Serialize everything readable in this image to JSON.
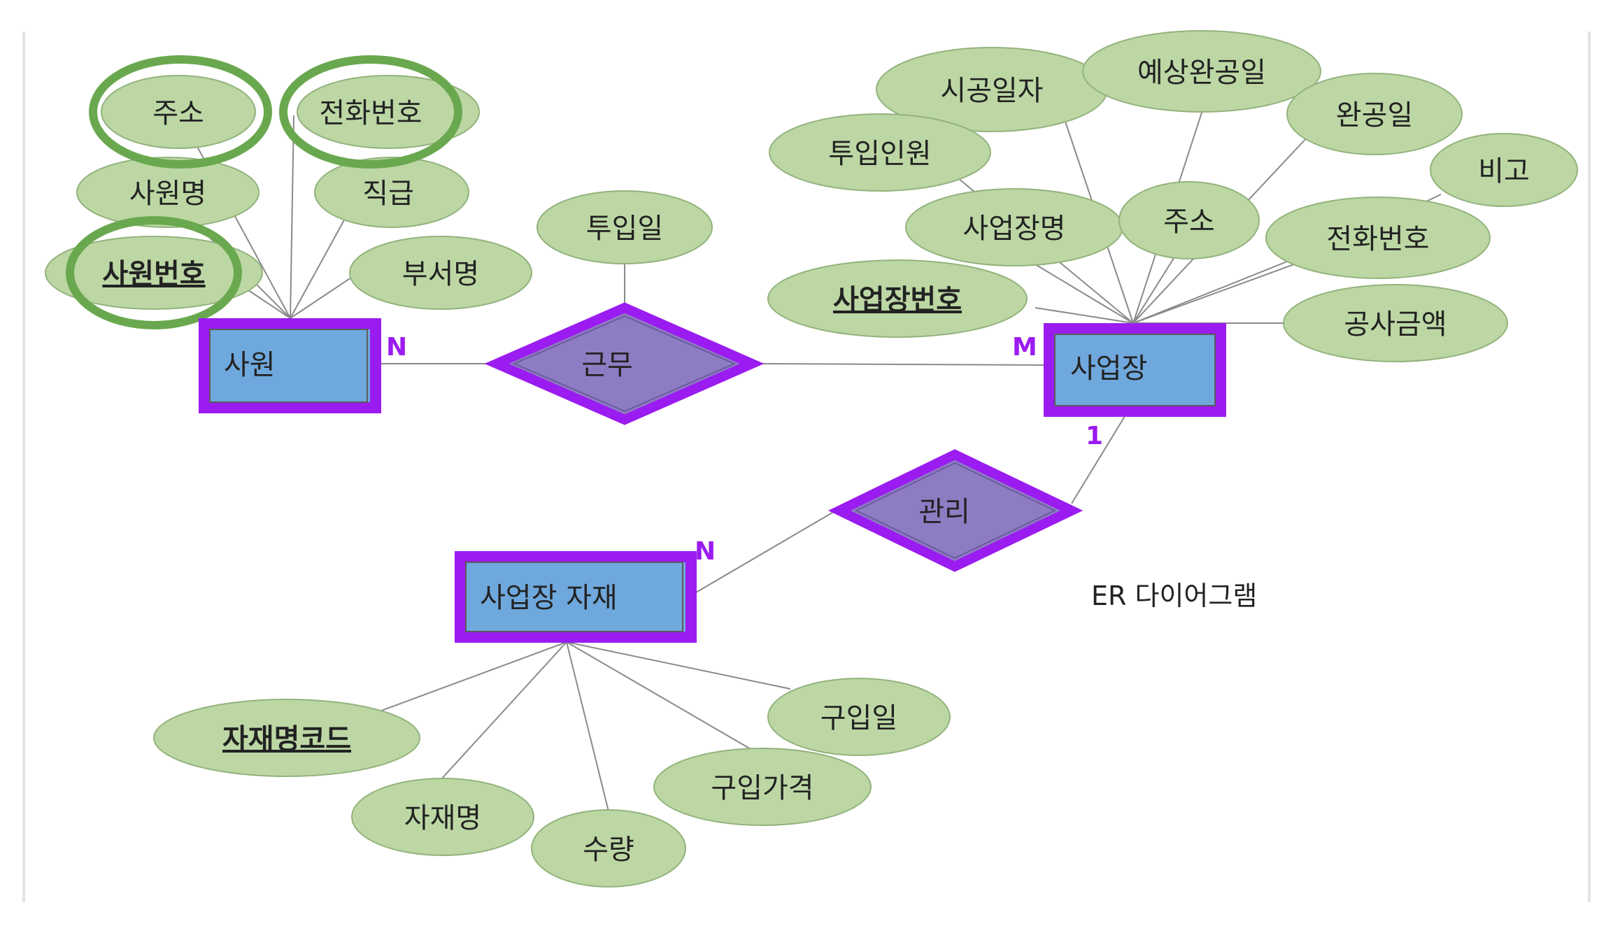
{
  "colors": {
    "attribute_fill": "#bcd7a4",
    "entity_fill": "#6fa8dc",
    "relationship_fill": "#8e7cc3",
    "highlight_border": "#9b1cf0",
    "highlight_circle": "#6aa84f"
  },
  "entities": {
    "employee": "사원",
    "site": "사업장",
    "site_material": "사업장 자재"
  },
  "relationships": {
    "work": "근무",
    "manage": "관리"
  },
  "cardinality": {
    "employee_n": "N",
    "site_m": "M",
    "site_1": "1",
    "material_n": "N"
  },
  "employee_attrs": {
    "address": "주소",
    "phone": "전화번호",
    "name": "사원명",
    "rank": "직급",
    "id": "사원번호",
    "dept": "부서명"
  },
  "work_attrs": {
    "start_date": "투입일"
  },
  "site_attrs": {
    "start": "시공일자",
    "expected_done": "예상완공일",
    "done": "완공일",
    "staff": "투입인원",
    "note": "비고",
    "site_name": "사업장명",
    "address": "주소",
    "phone": "전화번호",
    "site_id": "사업장번호",
    "cost": "공사금액"
  },
  "material_attrs": {
    "code": "자재명코드",
    "buy_date": "구입일",
    "buy_price": "구입가격",
    "name": "자재명",
    "qty": "수량"
  },
  "caption": "ER 다이어그램"
}
